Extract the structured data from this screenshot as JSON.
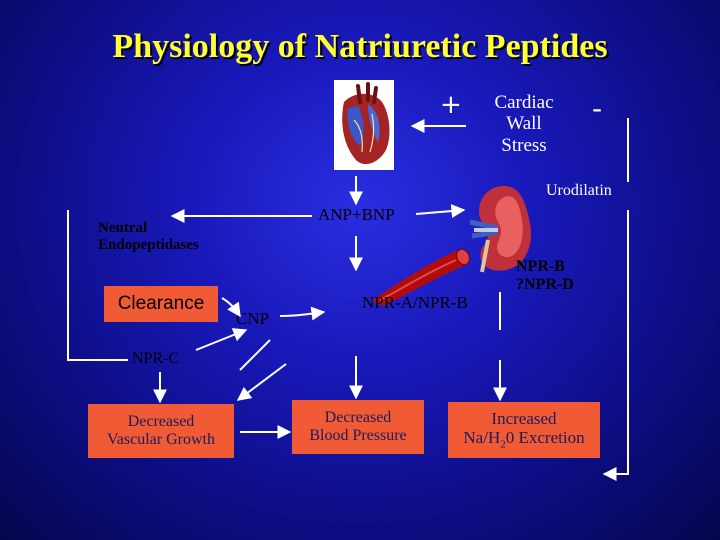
{
  "title": "Physiology of Natriuretic Peptides",
  "labels": {
    "plus": "+",
    "minus": "-",
    "cardiac_wall_stress": [
      "Cardiac",
      "Wall",
      "Stress"
    ],
    "urodilatin": "Urodilatin",
    "anp_bnp": "ANP+BNP",
    "neutral_endopeptidases": [
      "Neutral",
      "Endopeptidases"
    ],
    "clearance": "Clearance",
    "cnp": "CNP",
    "npr_a_npr_b": "NPR-A/NPR-B",
    "npr_b_npr_d": [
      "NPR-B",
      "?NPR-D"
    ],
    "npr_c": "NPR-C"
  },
  "boxes": {
    "vascular": [
      "Decreased",
      "Vascular Growth"
    ],
    "pressure": [
      "Decreased",
      "Blood Pressure"
    ],
    "excretion_line1": "Increased",
    "excretion_line2_prefix": "Na/H",
    "excretion_line2_sub": "2",
    "excretion_line2_suffix": "0 Excretion"
  },
  "icons": [
    "heart-icon",
    "kidney-icon",
    "blood-vessel-icon"
  ],
  "colors": {
    "title": "#ffff33",
    "box_fill": "#f05a35",
    "arrow": "#ffffff",
    "background": "#1818b8"
  }
}
